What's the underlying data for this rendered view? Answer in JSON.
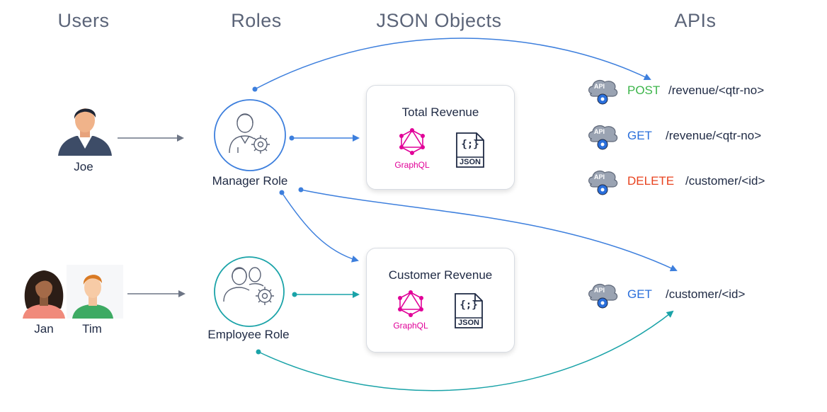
{
  "headers": {
    "users": "Users",
    "roles": "Roles",
    "json_objects": "JSON Objects",
    "apis": "APIs"
  },
  "users": {
    "joe": "Joe",
    "jan": "Jan",
    "tim": "Tim"
  },
  "roles": {
    "manager": "Manager Role",
    "employee": "Employee Role"
  },
  "objects": {
    "total": {
      "title": "Total Revenue",
      "graphql": "GraphQL",
      "json": "JSON",
      "json_braces": "{;}"
    },
    "customer": {
      "title": "Customer Revenue",
      "graphql": "GraphQL",
      "json": "JSON",
      "json_braces": "{;}"
    }
  },
  "apis": [
    {
      "badge": "API",
      "method": "POST",
      "path": "/revenue/<qtr-no>",
      "method_color": "#3cb54a"
    },
    {
      "badge": "API",
      "method": "GET",
      "path": "/revenue/<qtr-no>",
      "method_color": "#2a6fdb"
    },
    {
      "badge": "API",
      "method": "DELETE",
      "path": "/customer/<id>",
      "method_color": "#e8431f"
    },
    {
      "badge": "API",
      "method": "GET",
      "path": "/customer/<id>",
      "method_color": "#2a6fdb"
    }
  ],
  "colors": {
    "blue_arrow": "#3d7fdd",
    "teal_arrow": "#1aa3a8",
    "gray_arrow": "#6d7585",
    "graphql": "#e10098"
  }
}
